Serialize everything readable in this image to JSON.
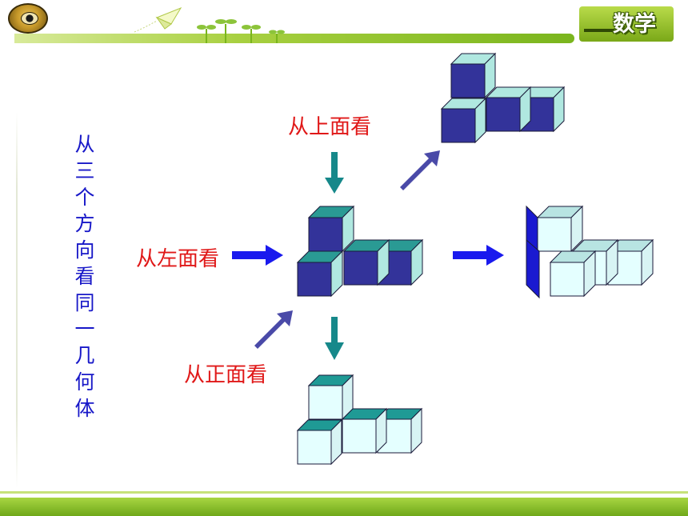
{
  "header": {
    "subject_label": "数学"
  },
  "diagram": {
    "title_vertical": [
      "从",
      "三",
      "个",
      "方",
      "向",
      "看",
      "同",
      "一",
      "几",
      "何",
      "体"
    ],
    "labels": {
      "from_top": "从上面看",
      "from_left": "从左面看",
      "from_front": "从正面看"
    }
  },
  "colors": {
    "solid_cube_face": "#33339a",
    "solid_cube_top": "#2a9a94",
    "solid_cube_side": "#b0e8e0",
    "view_cube_face": "#e4ffff",
    "view_cube_top": "#1f9a95",
    "arrow_teal": "#16888a",
    "arrow_blue": "#1a1aee",
    "arrow_slate": "#4a4aa8",
    "label_red": "#e01818",
    "title_blue": "#1818c8",
    "brand_green": "#7ab51d"
  }
}
